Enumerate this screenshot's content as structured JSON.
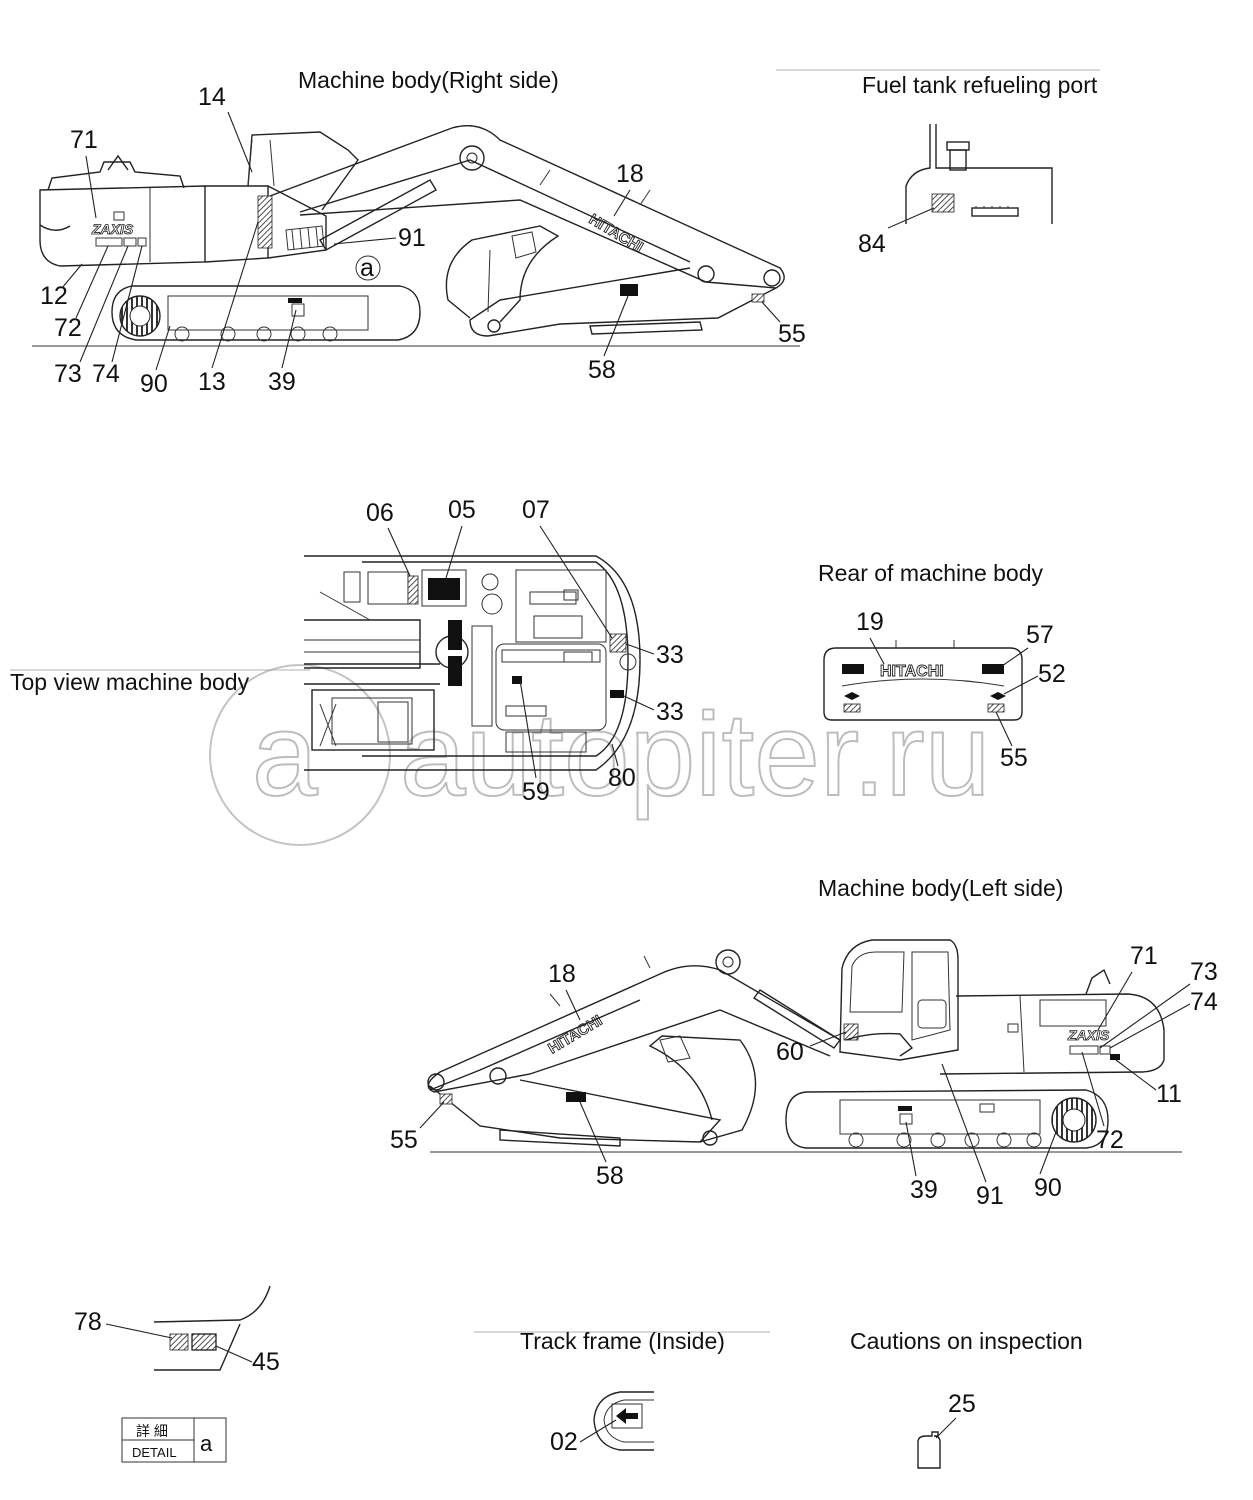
{
  "titles": {
    "right_side": "Machine body(Right side)",
    "fuel_port": "Fuel tank refueling port",
    "rear": "Rear of machine body",
    "top_view": "Top view machine body",
    "left_side": "Machine body(Left side)",
    "track_frame": "Track frame (Inside)",
    "cautions": "Cautions on inspection"
  },
  "brand": {
    "name": "HITACHI",
    "model": "ZAXIS"
  },
  "watermark": {
    "symbol": "a",
    "text": "autopiter.ru"
  },
  "detail_box": {
    "kanji": "詳 細",
    "label": "DETAIL",
    "letter": "a"
  },
  "callouts": {
    "right": {
      "c14": "14",
      "c71": "71",
      "c18": "18",
      "c91": "91",
      "ca": "a",
      "c12": "12",
      "c72": "72",
      "c73": "73",
      "c74": "74",
      "c90": "90",
      "c13": "13",
      "c39": "39",
      "c58": "58",
      "c55": "55"
    },
    "fuel": {
      "c84": "84"
    },
    "top": {
      "c06": "06",
      "c05": "05",
      "c07": "07",
      "c33a": "33",
      "c33b": "33",
      "c59": "59",
      "c80": "80"
    },
    "rear": {
      "c19": "19",
      "c57": "57",
      "c52": "52",
      "c55": "55"
    },
    "left": {
      "c18": "18",
      "c71": "71",
      "c73": "73",
      "c74": "74",
      "c60": "60",
      "c11": "11",
      "c55": "55",
      "c72": "72",
      "c58": "58",
      "c39": "39",
      "c91": "91",
      "c90": "90"
    },
    "detail": {
      "c78": "78",
      "c45": "45"
    },
    "track": {
      "c02": "02"
    },
    "caution": {
      "c25": "25"
    }
  }
}
